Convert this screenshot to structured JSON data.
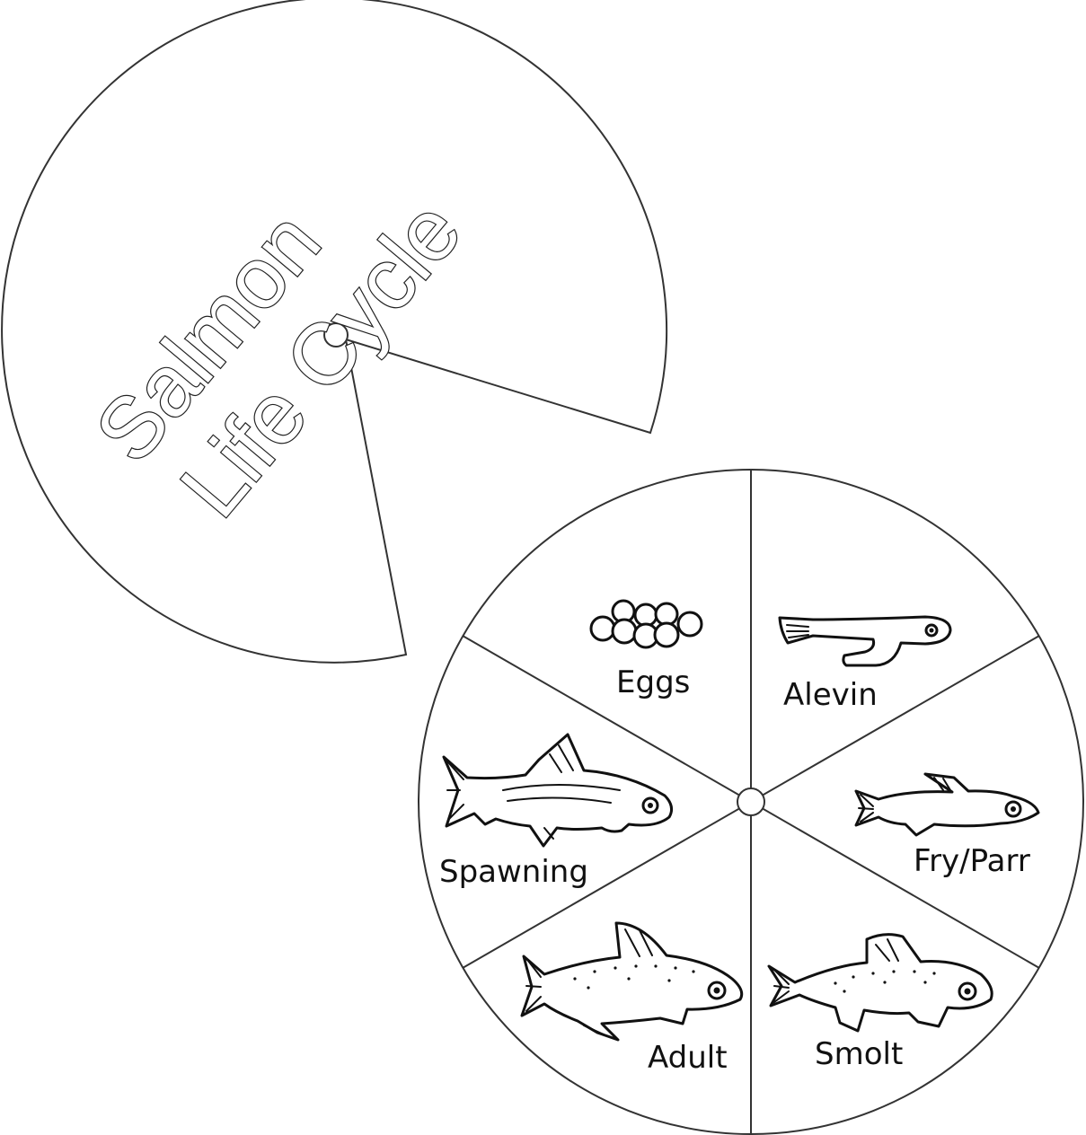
{
  "cover": {
    "title_line1": "Salmon",
    "title_line2": "Life Cycle"
  },
  "wheel": {
    "stages": [
      {
        "label": "Eggs",
        "icon": "eggs-icon"
      },
      {
        "label": "Alevin",
        "icon": "alevin-icon"
      },
      {
        "label": "Fry/Parr",
        "icon": "fry-parr-icon"
      },
      {
        "label": "Smolt",
        "icon": "smolt-icon"
      },
      {
        "label": "Adult",
        "icon": "adult-salmon-icon"
      },
      {
        "label": "Spawning",
        "icon": "spawning-salmon-icon"
      }
    ]
  }
}
